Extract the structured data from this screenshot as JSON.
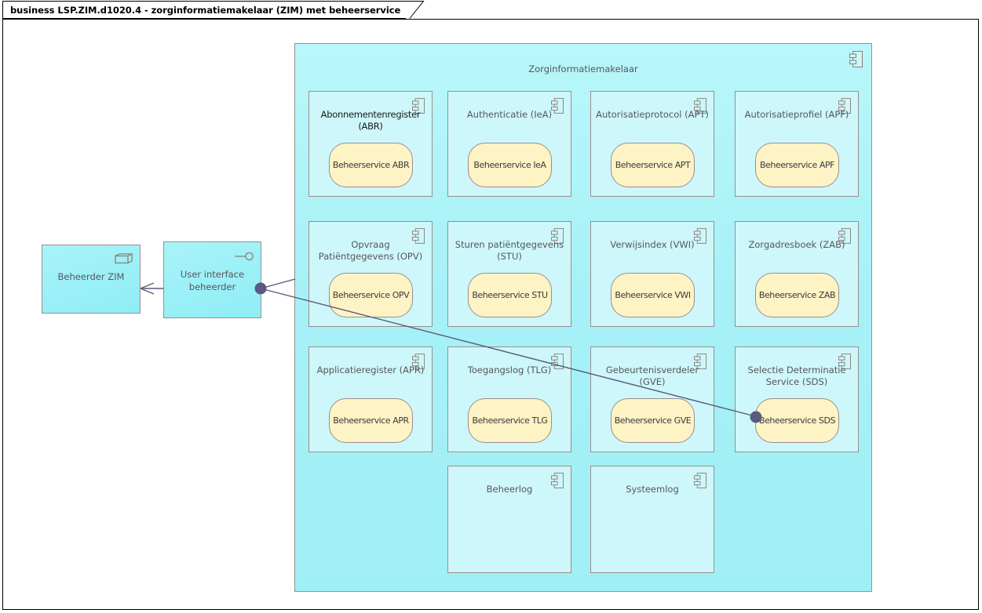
{
  "window": {
    "tab_title": "business LSP.ZIM.d1020.4 - zorginformatiemakelaar (ZIM) met beheerservice"
  },
  "diagram": {
    "container": {
      "label": "Zorginformatiemakelaar",
      "icon": "component-icon"
    },
    "actors": [
      {
        "name": "beheerder-zim",
        "label": "Beheerder ZIM",
        "icon": "node-icon"
      },
      {
        "name": "user-interface-beheerder",
        "label": "User interface beheerder",
        "icon": "interface-lollipop-icon"
      }
    ],
    "components": [
      {
        "title": "Abonnementenregister (ABR)",
        "service": "Beheerservice ABR",
        "icon": "component-icon"
      },
      {
        "title": "Authenticatie (IeA)",
        "service": "Beheerservice IeA",
        "icon": "component-icon"
      },
      {
        "title": "Autorisatieprotocol (APT)",
        "service": "Beheerservice APT",
        "icon": "component-icon"
      },
      {
        "title": "Autorisatieprofiel (APF)",
        "service": "Beheerservice APF",
        "icon": "component-icon"
      },
      {
        "title": "Opvraag Patiëntgegevens (OPV)",
        "service": "Beheerservice OPV",
        "icon": "component-icon"
      },
      {
        "title": "Sturen patiëntgegevens (STU)",
        "service": "Beheerservice STU",
        "icon": "component-icon"
      },
      {
        "title": "Verwijsindex (VWI)",
        "service": "Beheerservice VWI",
        "icon": "component-icon"
      },
      {
        "title": "Zorgadresboek (ZAB)",
        "service": "Beheerservice ZAB",
        "icon": "component-icon"
      },
      {
        "title": "Applicatieregister (APR)",
        "service": "Beheerservice APR",
        "icon": "component-icon"
      },
      {
        "title": "Toegangslog (TLG)",
        "service": "Beheerservice TLG",
        "icon": "component-icon"
      },
      {
        "title": "Gebeurtenisverdeler (GVE)",
        "service": "Beheerservice GVE",
        "icon": "component-icon"
      },
      {
        "title": "Selectie Determinatie Service (SDS)",
        "service": "Beheerservice SDS",
        "icon": "component-icon"
      },
      {
        "title": "Beheerlog",
        "service": "",
        "icon": "component-icon"
      },
      {
        "title": "Systeemlog",
        "service": "",
        "icon": "component-icon"
      }
    ],
    "colors": {
      "container_fill": "#a6f1f7",
      "component_fill": "#cdf7fb",
      "service_fill": "#fdf3c4",
      "actor_fill": "#9ceff7",
      "border": "#9a8f8a",
      "connector": "#4a4a6a",
      "text": "#56565c"
    }
  }
}
